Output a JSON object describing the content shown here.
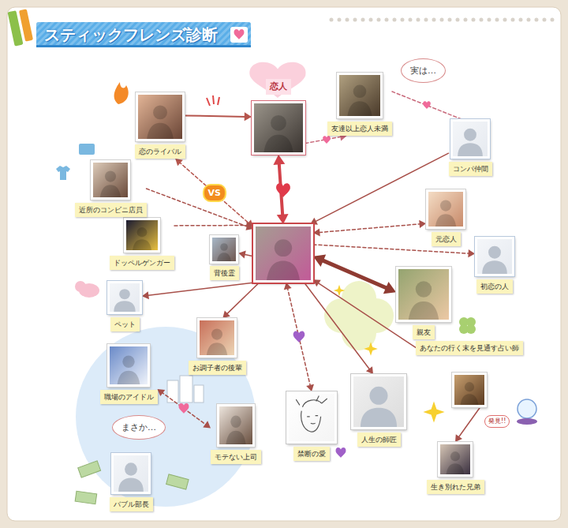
{
  "diagram": {
    "title": "スティックフレンズ診断",
    "nodes": [
      {
        "text": []
      },
      {
        "text": [
          "恋人"
        ]
      },
      {
        "text": [
          "恋のライバル"
        ]
      },
      {
        "text": [
          "友達以上恋人未満"
        ]
      },
      {
        "text": [
          "コンパ仲間"
        ]
      },
      {
        "text": [
          "元恋人"
        ]
      },
      {
        "text": [
          "初恋の人"
        ]
      },
      {
        "text": [
          "親友"
        ]
      },
      {
        "text": [
          "あなたの行く末を見通す占い師"
        ]
      },
      {
        "text": [
          "生き別れた兄弟"
        ]
      },
      {
        "text": [
          "人生の師匠"
        ]
      },
      {
        "text": [
          "禁断の愛"
        ]
      },
      {
        "text": [
          "お調子者の後輩"
        ]
      },
      {
        "text": [
          "職場のアイドル"
        ]
      },
      {
        "text": [
          "モテない上司"
        ]
      },
      {
        "text": [
          "バブル部長"
        ]
      },
      {
        "text": [
          "ペット"
        ]
      },
      {
        "text": [
          "背後霊"
        ]
      },
      {
        "text": [
          "ドッペルゲンガー"
        ]
      },
      {
        "text": [
          "近所のコンビニ店員"
        ]
      }
    ],
    "edges": [
      {
        "from": 0,
        "to": 1,
        "arrow": "both"
      },
      {
        "from": 2,
        "to": 1,
        "arrow": "to"
      },
      {
        "from": 2,
        "to": 0,
        "label": "VS",
        "arrow": "both"
      },
      {
        "from": 1,
        "to": 3,
        "arrow": "to"
      },
      {
        "from": 4,
        "to": 0,
        "arrow": "to"
      },
      {
        "from": 5,
        "to": 0,
        "arrow": "both"
      },
      {
        "from": 0,
        "to": 6,
        "arrow": "to"
      },
      {
        "from": 0,
        "to": 7,
        "arrow": "both"
      },
      {
        "from": 8,
        "to": 0,
        "arrow": "to"
      },
      {
        "from": 8,
        "to": 9,
        "arrow": "to"
      },
      {
        "from": 0,
        "to": 10,
        "arrow": "to"
      },
      {
        "from": 11,
        "to": 0,
        "arrow": "both"
      },
      {
        "from": 0,
        "to": 12,
        "arrow": "to"
      },
      {
        "from": 13,
        "to": 14,
        "arrow": "both"
      },
      {
        "from": 0,
        "to": 16,
        "arrow": "to"
      },
      {
        "from": 0,
        "to": 17,
        "arrow": "to"
      },
      {
        "from": 18,
        "to": 0,
        "arrow": "to"
      },
      {
        "from": 19,
        "to": 0,
        "arrow": "to"
      },
      {
        "from": 4,
        "to": 3,
        "arrow": "none"
      }
    ],
    "labels": [
      "実は…",
      "まさか…",
      "発見!!"
    ]
  }
}
